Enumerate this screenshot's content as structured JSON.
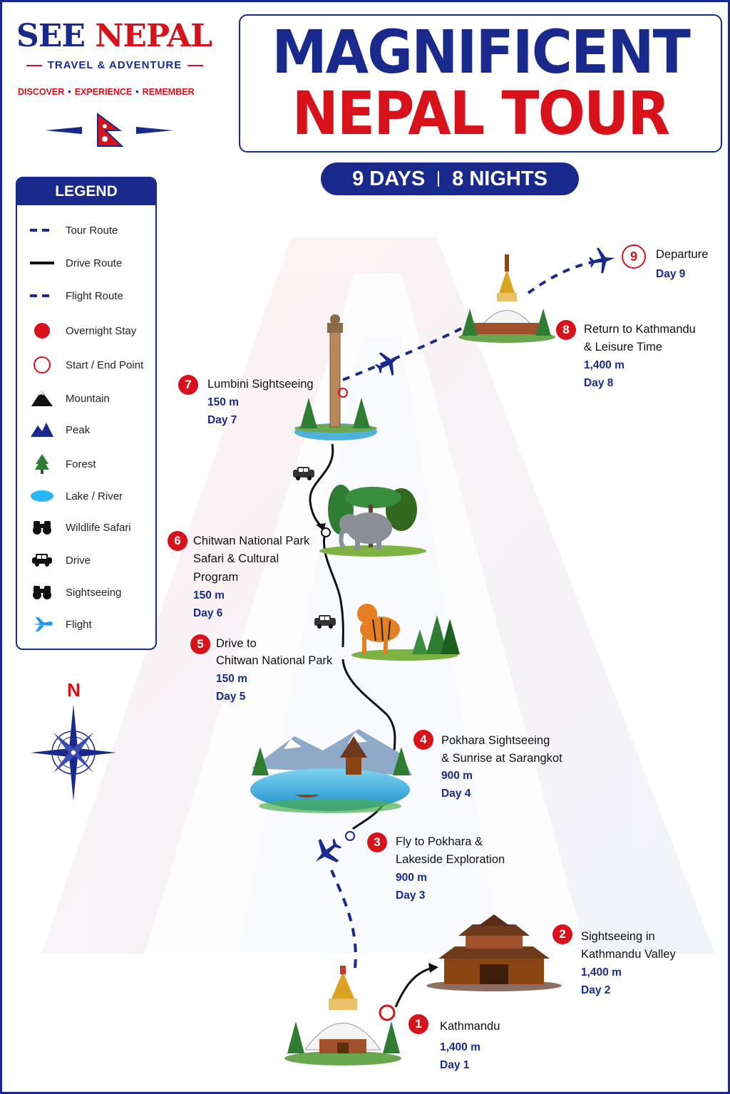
{
  "brand": {
    "name_part1": "SEE",
    "name_part2": "NEPAL",
    "subtitle": "TRAVEL & ADVENTURE",
    "tagline": [
      "DISCOVER",
      "EXPERIENCE",
      "REMEMBER"
    ]
  },
  "title": {
    "line1": "MAGNIFICENT",
    "line2": "NEPAL TOUR"
  },
  "duration": {
    "days": "9 DAYS",
    "nights": "8 NIGHTS"
  },
  "legend": {
    "heading": "LEGEND",
    "items": [
      {
        "label": "Tour Route",
        "icon": "dashed-line-icon"
      },
      {
        "label": "Drive Route",
        "icon": "solid-line-icon"
      },
      {
        "label": "Flight Route",
        "icon": "dashed-line-icon"
      },
      {
        "label": "Overnight Stay",
        "icon": "red-dot-icon"
      },
      {
        "label": "Start / End Point",
        "icon": "red-circle-icon"
      },
      {
        "label": "Mountain",
        "icon": "mountain-icon"
      },
      {
        "label": "Peak",
        "icon": "peak-icon"
      },
      {
        "label": "Forest",
        "icon": "tree-icon"
      },
      {
        "label": "Lake / River",
        "icon": "lake-icon"
      },
      {
        "label": "Wildlife Safari",
        "icon": "binoculars-icon"
      },
      {
        "label": "Drive",
        "icon": "car-icon"
      },
      {
        "label": "Sightseeing",
        "icon": "binoculars-icon"
      },
      {
        "label": "Flight",
        "icon": "plane-icon"
      }
    ]
  },
  "compass": {
    "north": "N"
  },
  "stops": [
    {
      "num": "1",
      "lines": [
        "Kathmandu"
      ],
      "altitude": "1,400 m",
      "day": "Day 1"
    },
    {
      "num": "2",
      "lines": [
        "Sightseeing in",
        "Kathmandu Valley"
      ],
      "altitude": "1,400 m",
      "day": "Day 2"
    },
    {
      "num": "3",
      "lines": [
        "Fly to Pokhara &",
        "Lakeside Exploration"
      ],
      "altitude": "900 m",
      "day": "Day 3"
    },
    {
      "num": "4",
      "lines": [
        "Pokhara Sightseeing",
        "& Sunrise at Sarangkot"
      ],
      "altitude": "900 m",
      "day": "Day 4"
    },
    {
      "num": "5",
      "lines": [
        "Drive to",
        "Chitwan National Park"
      ],
      "altitude": "150 m",
      "day": "Day 5"
    },
    {
      "num": "6",
      "lines": [
        "Chitwan National Park",
        "Safari & Cultural",
        "Program"
      ],
      "altitude": "150 m",
      "day": "Day 6"
    },
    {
      "num": "7",
      "lines": [
        "Lumbini Sightseeing"
      ],
      "altitude": "150 m",
      "day": "Day 7"
    },
    {
      "num": "8",
      "lines": [
        "Return to Kathmandu",
        "& Leisure Time"
      ],
      "altitude": "1,400 m",
      "day": "Day 8"
    },
    {
      "num": "9",
      "lines": [
        "Departure"
      ],
      "altitude": "",
      "day": "Day 9"
    }
  ],
  "colors": {
    "navy": "#1a2a8c",
    "red": "#d8121b"
  }
}
